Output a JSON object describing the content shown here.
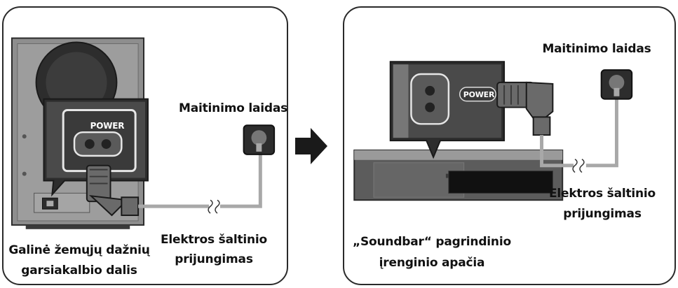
{
  "left_panel": {
    "power_label": "POWER",
    "cord_label": "Maitinimo laidas",
    "source_label": [
      "Elektros šaltinio",
      "prijungimas"
    ],
    "caption": [
      "Galinė žemųjų dažnių",
      "garsiakalbio dalis"
    ]
  },
  "right_panel": {
    "power_label": "POWER",
    "cord_label": "Maitinimo laidas",
    "source_label": [
      "Elektros šaltinio",
      "prijungimas"
    ],
    "caption": [
      "„Soundbar“ pagrindinio",
      "įrenginio apačia"
    ]
  },
  "colors": {
    "outline": "#2a2a2a",
    "device_dark": "#5a5a5a",
    "device_mid": "#9a9a9a",
    "cable": "#a8a8a8",
    "arrow": "#1a1a1a"
  }
}
